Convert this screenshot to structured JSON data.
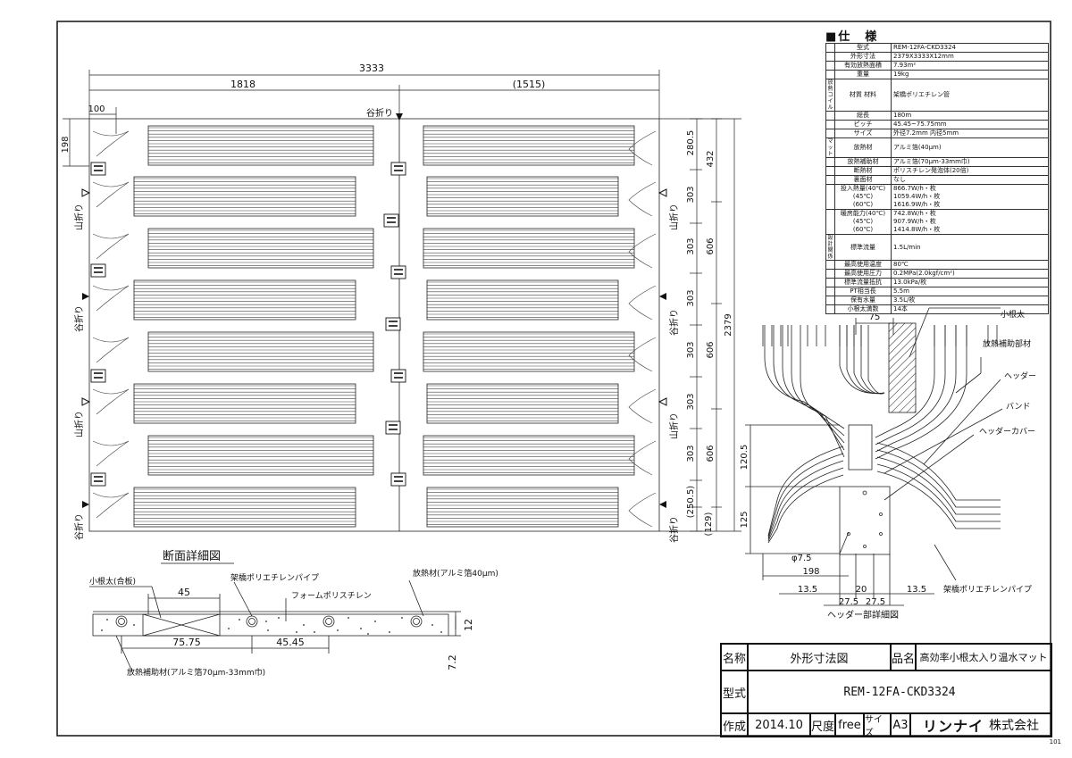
{
  "plan": {
    "dims": {
      "overall_width": "3333",
      "left_width": "1818",
      "right_width": "(1515)",
      "edge": "100",
      "side": "198",
      "overall_height": "2379",
      "r_top1": "280.5",
      "r_303a": "303",
      "r_303b": "303",
      "r_303c": "303",
      "r_303d": "303",
      "r_303e": "303",
      "r_303f": "303",
      "r_2505": "(250.5)",
      "r_129": "(129)",
      "r_432": "432",
      "r_606a": "606",
      "r_606b": "606",
      "r_606c": "606"
    },
    "folds": {
      "top": "谷折り",
      "left1": "山折り",
      "left2": "谷折り",
      "left3": "山折り",
      "left4": "谷折り",
      "right1": "山折り",
      "right2": "谷折り",
      "right3": "山折り",
      "right4": "谷折り"
    }
  },
  "section": {
    "title": "断面詳細図",
    "label_konda": "小根太(合板)",
    "label_pipe": "架橋ポリエチレンパイプ",
    "label_foam": "フォームポリスチレン",
    "label_fin": "放熱材(アルミ箔40μm)",
    "label_aux": "放熱補助材(アルミ箔70μm-33mm巾)",
    "dim_45": "45",
    "dim_7575": "75.75",
    "dim_4545": "45.45",
    "dim_12": "12",
    "dim_72": "7.2"
  },
  "header_detail": {
    "title": "ヘッダー部詳細図",
    "label_konda": "小根太",
    "label_aux": "放熱補助部材",
    "label_header": "ヘッダー",
    "label_band": "バンド",
    "label_cover": "ヘッダーカバー",
    "label_pipe": "架橋ポリエチレンパイプ",
    "dim_75": "75",
    "dim_1205": "120.5",
    "dim_125": "125",
    "dim_phi": "φ7.5",
    "dim_198": "198",
    "dim_135a": "13.5",
    "dim_20": "20",
    "dim_135b": "13.5",
    "dim_275a": "27.5",
    "dim_275b": "27.5"
  },
  "specs": {
    "title": "■仕　様",
    "rows": [
      {
        "group": "",
        "key": "型式",
        "val": "REM-12FA-CKD3324"
      },
      {
        "group": "",
        "key": "外形寸法",
        "val": "2379X3333X12mm"
      },
      {
        "group": "",
        "key": "有効放熱面積",
        "val": "7.93m²"
      },
      {
        "group": "",
        "key": "重量",
        "val": "19kg"
      },
      {
        "group": "放熱コイル",
        "key": "材質 材料",
        "val": "架橋ポリエチレン管"
      },
      {
        "group": "",
        "key": "総長",
        "val": "180m"
      },
      {
        "group": "",
        "key": "ピッチ",
        "val": "45.45~75.75mm"
      },
      {
        "group": "",
        "key": "サイズ",
        "val": "外径7.2mm 内径5mm"
      },
      {
        "group": "マット",
        "key": "放熱材",
        "val": "アルミ箔(40μm)"
      },
      {
        "group": "",
        "key": "放熱補助材",
        "val": "アルミ箔(70μm-33mm巾)"
      },
      {
        "group": "",
        "key": "断熱材",
        "val": "ポリスチレン発泡体(20倍)"
      },
      {
        "group": "",
        "key": "裏面材",
        "val": "なし"
      },
      {
        "group": "",
        "key": "投入熱量(40℃)\n(45℃)\n(60℃)",
        "val": "866.7W/h・枚\n1059.4W/h・枚\n1616.9W/h・枚"
      },
      {
        "group": "",
        "key": "暖房能力(40℃)\n(45℃)\n(60℃)",
        "val": "742.8W/h・枚\n907.9W/h・枚\n1414.8W/h・枚"
      },
      {
        "group": "設計関係",
        "key": "標準流量",
        "val": "1.5L/min"
      },
      {
        "group": "",
        "key": "最高使用温度",
        "val": "80℃"
      },
      {
        "group": "",
        "key": "最高使用圧力",
        "val": "0.2MPa(2.0kgf/cm²)"
      },
      {
        "group": "",
        "key": "標準流量抵抗",
        "val": "13.0kPa/枚"
      },
      {
        "group": "",
        "key": "PT相当長",
        "val": "5.5m"
      },
      {
        "group": "",
        "key": "保有水量",
        "val": "3.5L/枚"
      },
      {
        "group": "",
        "key": "小根太満数",
        "val": "14本"
      }
    ]
  },
  "title_block": {
    "name_label": "名称",
    "name_value": "外形寸法図",
    "product_label": "品名",
    "product_value": "高効率小根太入り温水マット",
    "model_label": "型式",
    "model_value": "REM-12FA-CKD3324",
    "made_label": "作成",
    "made_value": "2014.10",
    "scale_label": "尺度",
    "scale_value": "free",
    "size_label": "サイズ",
    "size_value": "A3",
    "company_logo": "リンナイ",
    "company_suffix": "株式会社"
  },
  "page_number": "101"
}
